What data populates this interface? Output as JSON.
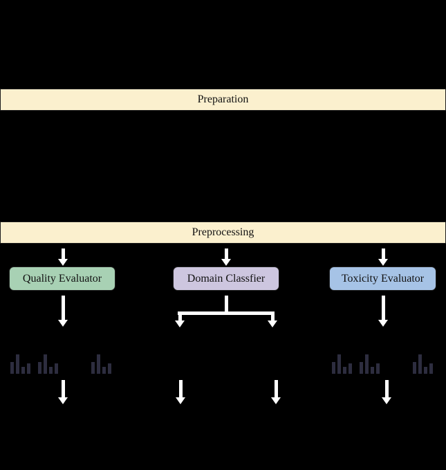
{
  "banners": {
    "preparation": "Preparation",
    "preprocessing": "Preprocessing"
  },
  "boxes": {
    "quality": {
      "label": "Quality Evaluator",
      "color": "#A8D1B4"
    },
    "domain": {
      "label": "Domain Classfier",
      "color": "#CDC6DF"
    },
    "toxicity": {
      "label": "Toxicity Evaluator",
      "color": "#A6C3E6"
    }
  },
  "colors": {
    "background": "#000000",
    "banner_bg": "#FBF0CE",
    "border": "#1C1C1C",
    "arrow": "#FFFFFF",
    "histogram_bar": "#2D2D3F",
    "text": "#111111"
  },
  "icons": {
    "histogram": {
      "name": "histogram-icon",
      "bar_heights": [
        17,
        28,
        10,
        15
      ]
    }
  }
}
